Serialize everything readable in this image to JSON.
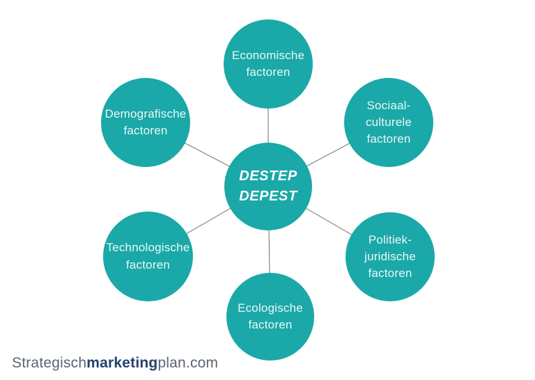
{
  "colors": {
    "node_fill": "#1BA8A8",
    "node_text": "#EBF7F7",
    "center_text": "#FFFFFF",
    "connector_line": "#6E6E6E",
    "footer_text": "#5B6470",
    "footer_bold_text": "#24416E",
    "background": "#FFFFFF"
  },
  "diagram": {
    "center": {
      "label": "DESTEP\nDEPEST"
    },
    "nodes": [
      {
        "id": "economische",
        "label": "Economische\nfactoren"
      },
      {
        "id": "sociaal-culturele",
        "label": "Sociaal-\nculturele\nfactoren"
      },
      {
        "id": "politiek-juridische",
        "label": "Politiek-\njuridische\nfactoren"
      },
      {
        "id": "ecologische",
        "label": "Ecologische\nfactoren"
      },
      {
        "id": "technologische",
        "label": "Technologische\nfactoren"
      },
      {
        "id": "demografische",
        "label": "Demografische\nfactoren"
      }
    ]
  },
  "footer": {
    "normal_start": "Strategisch",
    "bold": "marketing",
    "normal_end": "plan.com"
  }
}
